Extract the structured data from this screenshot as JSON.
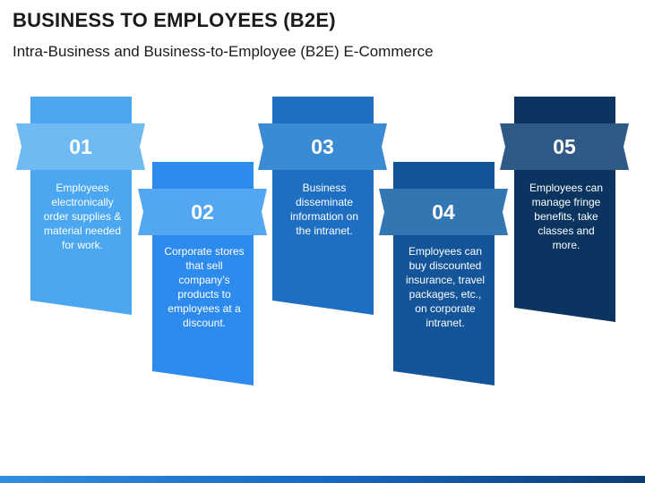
{
  "header": {
    "title": "BUSINESS TO EMPLOYEES (B2E)",
    "subtitle": "Intra-Business and Business-to-Employee (B2E) E-Commerce"
  },
  "steps": [
    {
      "number": "01",
      "text": "Employees electronically order supplies & material needed for work.",
      "ribbon_color": "#4aa7f0",
      "tab_color": "#6fbaf3"
    },
    {
      "number": "02",
      "text": "Corporate stores that sell company’s products to employees at a discount.",
      "ribbon_color": "#2e8bee",
      "tab_color": "#52a6f2"
    },
    {
      "number": "03",
      "text": "Business disseminate information on the intranet.",
      "ribbon_color": "#1e6fc2",
      "tab_color": "#3a8ad4"
    },
    {
      "number": "04",
      "text": "Employees can buy discounted insurance, travel packages, etc., on corporate intranet.",
      "ribbon_color": "#14559a",
      "tab_color": "#3377b2"
    },
    {
      "number": "05",
      "text": "Employees can manage fringe benefits, take classes and more.",
      "ribbon_color": "#0b3460",
      "tab_color": "#2f5a86"
    }
  ],
  "colors": {
    "title_text": "#1b1b1b",
    "background": "#ffffff"
  }
}
